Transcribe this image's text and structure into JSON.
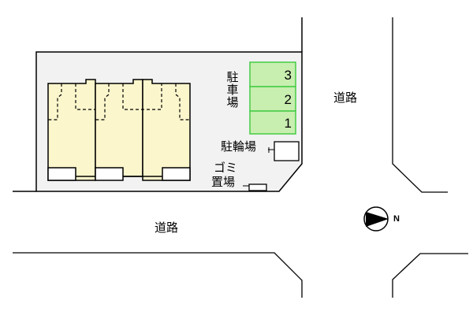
{
  "diagram": {
    "type": "site-plan",
    "colors": {
      "site_fill": "#f2f2f2",
      "unit_fill": "#fcf6cc",
      "parking_fill": "#c8eeb0",
      "parking_border": "#44cc44",
      "line": "#000000"
    },
    "labels": {
      "parking": "駐車場",
      "parking_chars": [
        "駐",
        "車",
        "場"
      ],
      "bicycle_parking": "駐輪場",
      "garbage_line1": "ゴミ",
      "garbage_line2": "置場",
      "road_right": "道路",
      "road_bottom": "道路",
      "compass_north": "N"
    },
    "parking_spaces": [
      {
        "number": "3"
      },
      {
        "number": "2"
      },
      {
        "number": "1"
      }
    ],
    "units_count": 3
  }
}
